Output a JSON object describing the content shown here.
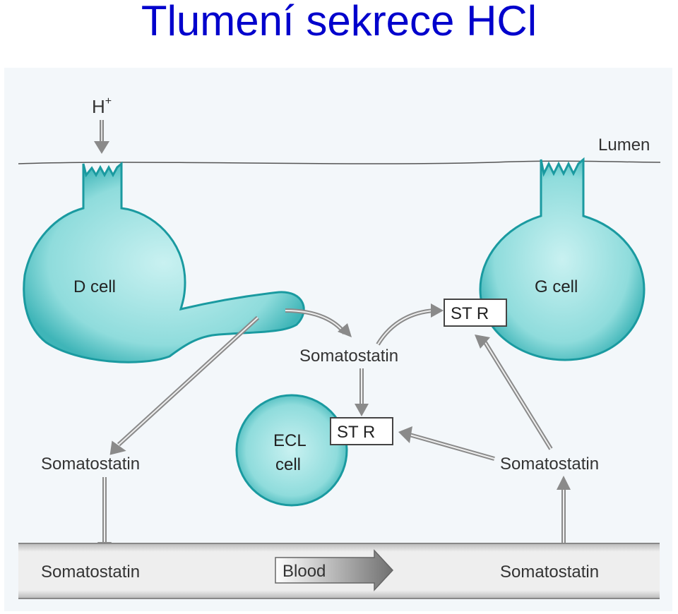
{
  "title": "Tlumení sekrece HCl",
  "diagram": {
    "proton_label": "H",
    "proton_charge": "+",
    "lumen_label": "Lumen",
    "d_cell_label": "D cell",
    "g_cell_label": "G cell",
    "ecl_cell_line1": "ECL",
    "ecl_cell_line2": "cell",
    "receptor_g_label": "ST R",
    "receptor_ecl_label": "ST R",
    "somatostatin_center": "Somatostatin",
    "somatostatin_left": "Somatostatin",
    "somatostatin_right": "Somatostatin",
    "somatostatin_blood_left": "Somatostatin",
    "somatostatin_blood_right": "Somatostatin",
    "blood_label": "Blood"
  },
  "colors": {
    "title": "#0000cc",
    "cell_fill": "#7fd6d6",
    "cell_stroke": "#1a8f95",
    "background_panel": "#f3f7fa",
    "arrow_gray": "#8c8c8c"
  }
}
